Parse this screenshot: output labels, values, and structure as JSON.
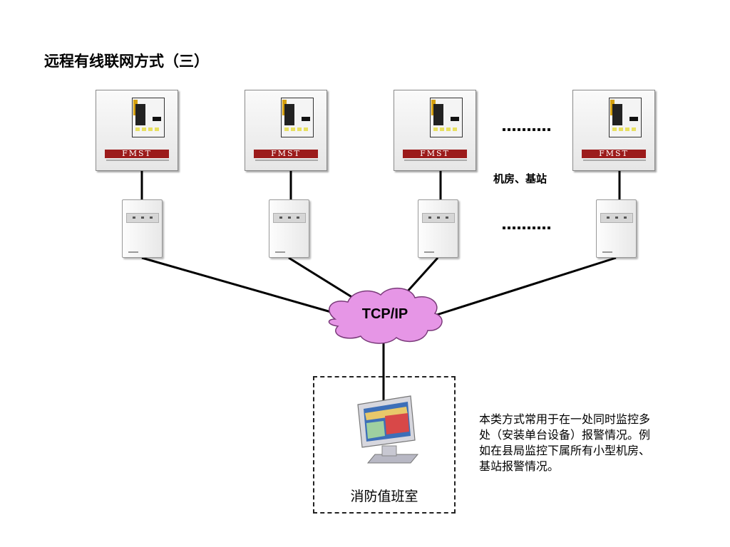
{
  "title": "远程有线联网方式（三）",
  "panels": [
    {
      "brand": "FMST"
    },
    {
      "brand": "FMST"
    },
    {
      "brand": "FMST"
    },
    {
      "brand": "FMST"
    }
  ],
  "station_label": "机房、基站",
  "network_label": "TCP/IP",
  "duty_room_label": "消防值班室",
  "description_lines": [
    "本类方式常用于在一处同时监控多",
    "处（安装单台设备）报警情况。例",
    "如在县局监控下属所有小型机房、",
    "基站报警情况。"
  ],
  "colors": {
    "brand_red": "#9c1b1b",
    "cloud_fill": "#e696e6",
    "line": "#000000"
  },
  "icons": [
    "alarm-panel-icon",
    "network-module-icon",
    "cloud-icon",
    "monitor-icon"
  ]
}
